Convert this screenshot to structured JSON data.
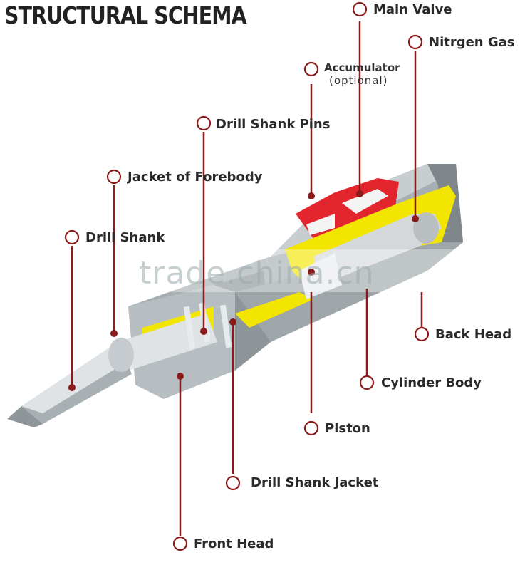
{
  "title": "STRUCTURAL SCHEMA",
  "watermark": "trade.china.cn",
  "colors": {
    "leader": "#8b1a1a",
    "body_gray": "#9aa3a8",
    "steel": "#c9ced1",
    "yellow": "#f2e600",
    "red": "#e3262e"
  },
  "labels": {
    "main_valve": "Main Valve",
    "nitrogen_gas": "Nitrgen Gas",
    "accumulator": "Accumulator",
    "accumulator_note": "(optional)",
    "drill_shank_pins": "Drill Shank Pins",
    "jacket_of_forebody": "Jacket of Forebody",
    "drill_shank": "Drill Shank",
    "back_head": "Back Head",
    "cylinder_body": "Cylinder Body",
    "piston": "Piston",
    "drill_shank_jacket": "Drill Shank Jacket",
    "front_head": "Front Head"
  }
}
